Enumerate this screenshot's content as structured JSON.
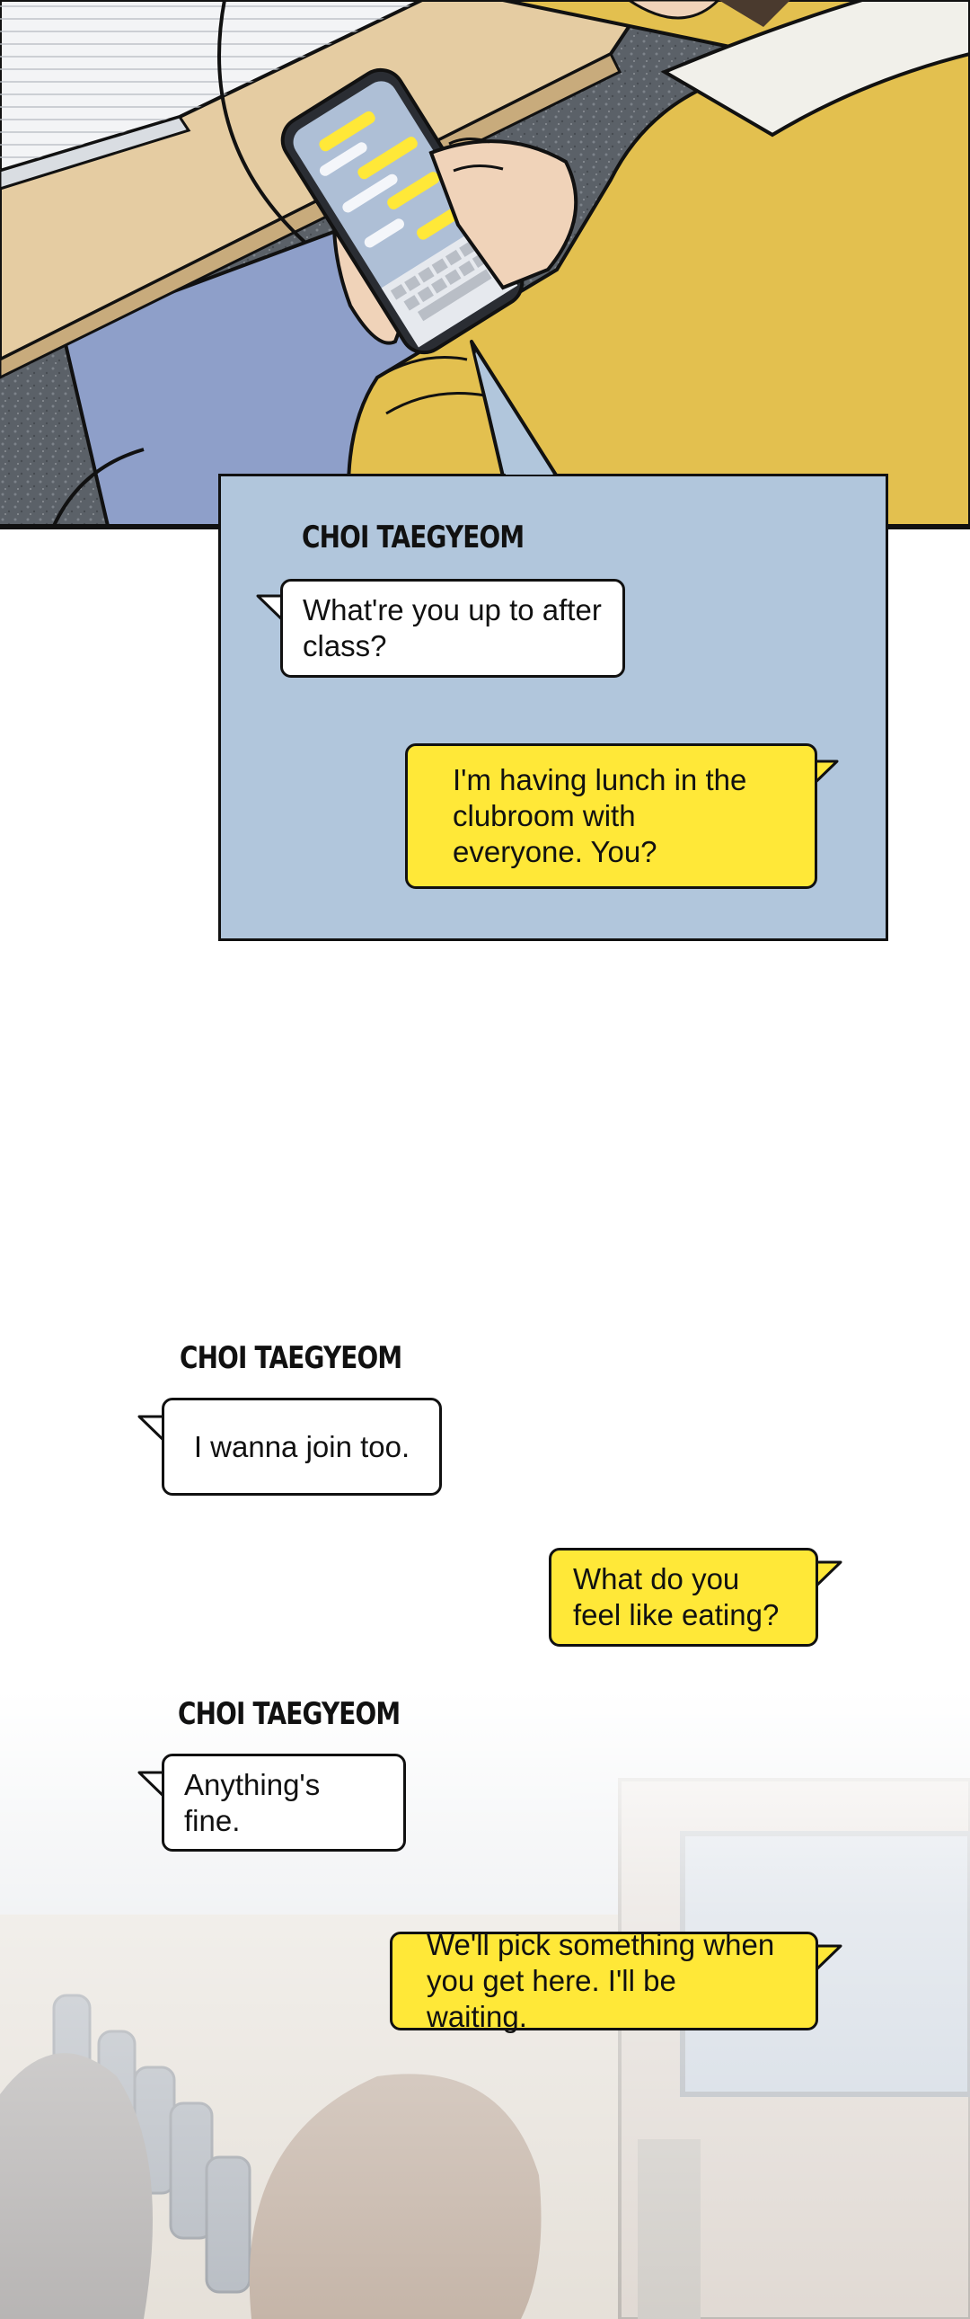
{
  "sender_name": "CHOI TAEGYEOM",
  "messages": [
    {
      "from": "sender",
      "text": "What're you up to after class?"
    },
    {
      "from": "me",
      "text": "I'm having lunch in the clubroom with everyone. You?"
    },
    {
      "from": "sender",
      "text": "I wanna join too."
    },
    {
      "from": "me",
      "text": "What do you feel like eating?"
    },
    {
      "from": "sender",
      "text": "Anything's fine."
    },
    {
      "from": "me",
      "text": "We'll pick something when you get here. I'll be waiting."
    }
  ],
  "colors": {
    "panel_bg": "#b1c6dc",
    "outgoing_bubble": "#ffe838",
    "incoming_bubble": "#ffffff",
    "sweater": "#e3c04f",
    "desk": "#e5ccA2"
  }
}
